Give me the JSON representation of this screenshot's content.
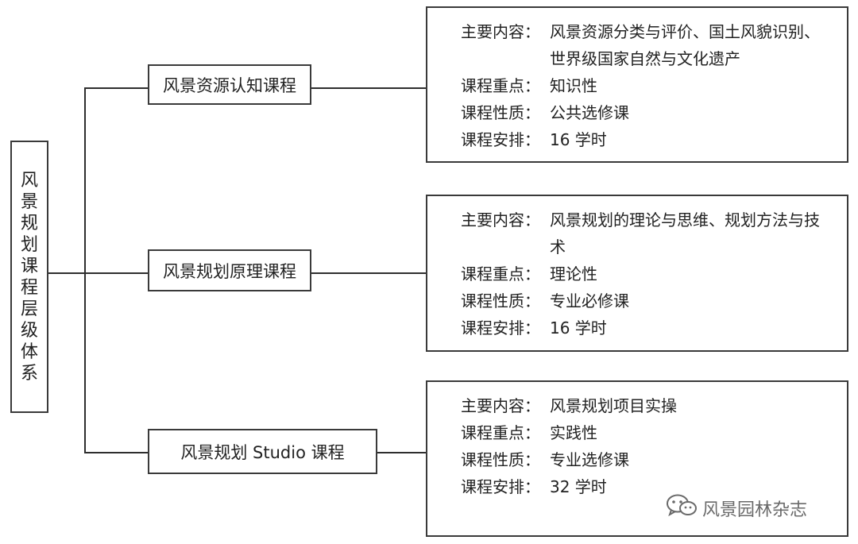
{
  "root": {
    "label": "风景规划课程层级体系",
    "chars": [
      "风",
      "景",
      "规",
      "划",
      "课",
      "程",
      "层",
      "级",
      "体",
      "系"
    ]
  },
  "courses": [
    {
      "name": "风景资源认知课程",
      "details": [
        {
          "label": "主要内容：",
          "value": "风景资源分类与评价、国土风貌识别、世界级国家自然与文化遗产"
        },
        {
          "label": "课程重点：",
          "value": "知识性"
        },
        {
          "label": "课程性质：",
          "value": "公共选修课"
        },
        {
          "label": "课程安排：",
          "value": "16 学时"
        }
      ]
    },
    {
      "name": "风景规划原理课程",
      "details": [
        {
          "label": "主要内容：",
          "value": "风景规划的理论与思维、规划方法与技术"
        },
        {
          "label": "课程重点：",
          "value": "理论性"
        },
        {
          "label": "课程性质：",
          "value": "专业必修课"
        },
        {
          "label": "课程安排：",
          "value": "16 学时"
        }
      ]
    },
    {
      "name": "风景规划 Studio 课程",
      "details": [
        {
          "label": "主要内容：",
          "value": "风景规划项目实操"
        },
        {
          "label": "课程重点：",
          "value": "实践性"
        },
        {
          "label": "课程性质：",
          "value": "专业选修课"
        },
        {
          "label": "课程安排：",
          "value": "32 学时"
        }
      ]
    }
  ],
  "watermark": {
    "text": "风景园林杂志",
    "icon": "wechat-icon"
  }
}
